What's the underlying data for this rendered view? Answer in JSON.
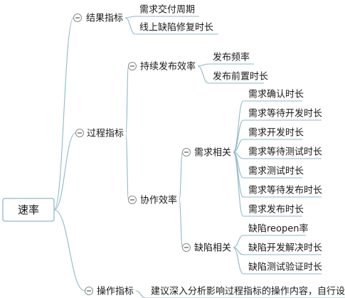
{
  "root": {
    "label": "速率",
    "children": [
      {
        "label": "结果指标",
        "children": [
          {
            "label": "需求交付周期"
          },
          {
            "label": "线上缺陷修复时长"
          }
        ]
      },
      {
        "label": "过程指标",
        "children": [
          {
            "label": "持续发布效率",
            "children": [
              {
                "label": "发布频率"
              },
              {
                "label": "发布前置时长"
              }
            ]
          },
          {
            "label": "协作效率",
            "children": [
              {
                "label": "需求相关",
                "children": [
                  {
                    "label": "需求确认时长"
                  },
                  {
                    "label": "需求等待开发时长"
                  },
                  {
                    "label": "需求开发时长"
                  },
                  {
                    "label": "需求等待测试时长"
                  },
                  {
                    "label": "需求测试时长"
                  },
                  {
                    "label": "需求等待发布时长"
                  },
                  {
                    "label": "需求发布时长"
                  }
                ]
              },
              {
                "label": "缺陷相关",
                "children": [
                  {
                    "label": "缺陷reopen率"
                  },
                  {
                    "label": "缺陷开发解决时长"
                  },
                  {
                    "label": "缺陷测试验证时长"
                  }
                ]
              }
            ]
          }
        ]
      },
      {
        "label": "操作指标",
        "children": [
          {
            "label": "建议深入分析影响过程指标的操作内容，自行设计"
          }
        ]
      }
    ]
  }
}
